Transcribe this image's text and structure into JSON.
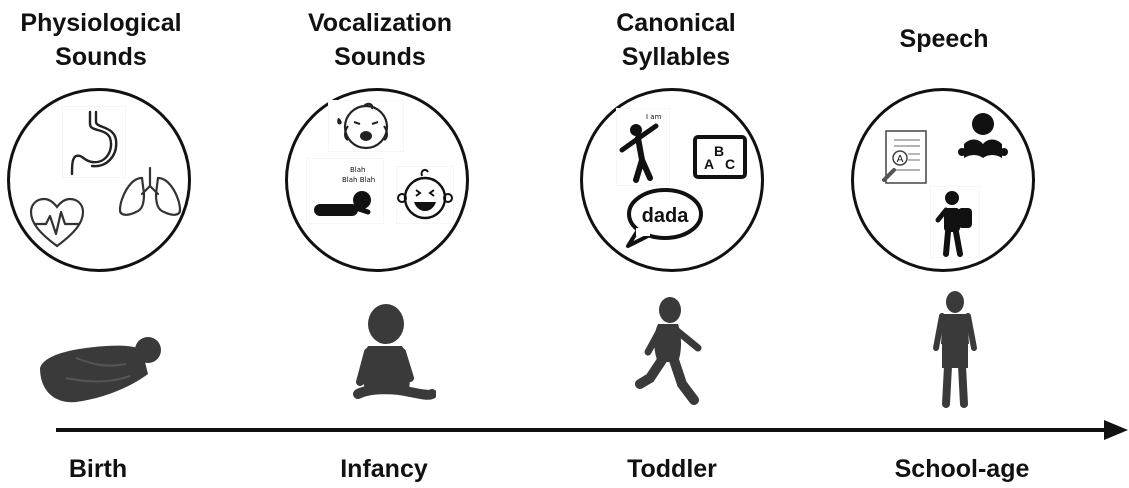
{
  "stages": [
    {
      "title_lines": [
        "Physiological",
        "Sounds"
      ],
      "age": "Birth",
      "icons": [
        "stomach-icon",
        "lungs-icon",
        "heart-rate-icon"
      ]
    },
    {
      "title_lines": [
        "Vocalization",
        "Sounds"
      ],
      "age": "Infancy",
      "icons": [
        "crying-baby-icon",
        "babbling-baby-icon",
        "smiling-baby-icon"
      ],
      "babble_text": [
        "Blah",
        "Blah Blah"
      ]
    },
    {
      "title_lines": [
        "Canonical",
        "Syllables"
      ],
      "age": "Toddler",
      "icons": [
        "pointing-child-icon",
        "abc-board-icon",
        "speech-bubble-icon"
      ],
      "pointing_text": "I am",
      "board_letters": [
        "A",
        "B",
        "C"
      ],
      "bubble_text": "dada"
    },
    {
      "title_lines": [
        "Speech"
      ],
      "age": "School-age",
      "icons": [
        "test-paper-icon",
        "reading-person-icon",
        "student-backpack-icon"
      ],
      "paper_grade": "A"
    }
  ],
  "colors": {
    "ink": "#111111",
    "silhouette": "#3a3a3a",
    "background": "#ffffff"
  }
}
